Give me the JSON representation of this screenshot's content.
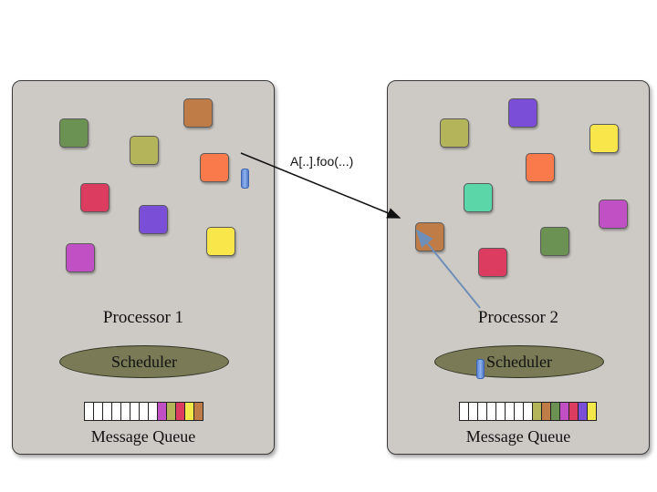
{
  "call": {
    "label": "A[..].foo(...)"
  },
  "processors": [
    {
      "id": "p1",
      "label": "Processor 1",
      "scheduler": "Scheduler",
      "queue_label": "Message Queue",
      "queue_slots": [
        "#ffffff",
        "#ffffff",
        "#ffffff",
        "#ffffff",
        "#ffffff",
        "#ffffff",
        "#ffffff",
        "#ffffff",
        "#c150c4",
        "#b4b45a",
        "#dc3c5f",
        "#f2e84a",
        "#c07c46"
      ],
      "objects": [
        {
          "color": "#6b9153"
        },
        {
          "color": "#c07c46"
        },
        {
          "color": "#b4b45a"
        },
        {
          "color": "#fa7a4c"
        },
        {
          "color": "#dc3c5f"
        },
        {
          "color": "#7b4ed7"
        },
        {
          "color": "#f9e64a"
        },
        {
          "color": "#c150c4"
        }
      ]
    },
    {
      "id": "p2",
      "label": "Processor 2",
      "scheduler": "Scheduler",
      "queue_label": "Message Queue",
      "queue_slots": [
        "#ffffff",
        "#ffffff",
        "#ffffff",
        "#ffffff",
        "#ffffff",
        "#ffffff",
        "#ffffff",
        "#ffffff",
        "#b4b45a",
        "#c07c46",
        "#6b9153",
        "#c150c4",
        "#dc3c5f",
        "#7b4ed7",
        "#f2e84a"
      ],
      "objects": [
        {
          "color": "#b4b45a"
        },
        {
          "color": "#7b4ed7"
        },
        {
          "color": "#f9e64a"
        },
        {
          "color": "#fa7a4c"
        },
        {
          "color": "#5bd6a8"
        },
        {
          "color": "#c150c4"
        },
        {
          "color": "#c07c46"
        },
        {
          "color": "#6b9153"
        },
        {
          "color": "#dc3c5f"
        }
      ]
    }
  ]
}
